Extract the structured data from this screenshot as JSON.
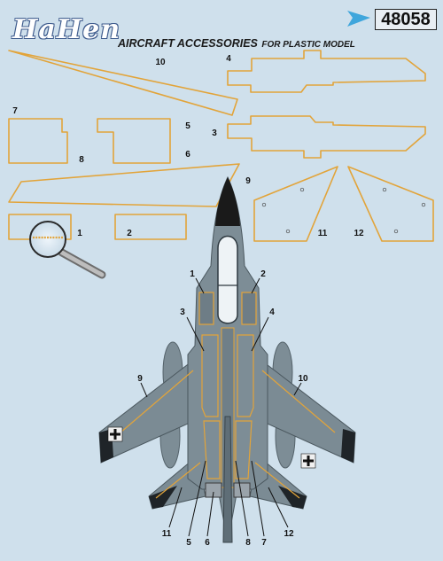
{
  "header": {
    "brand": "HaHen",
    "tagline_main": "AIRCRAFT ACCESSORIES",
    "tagline_sub": "FOR PLASTIC MODEL",
    "product_code": "48058"
  },
  "mask_numbers": [
    "1",
    "2",
    "3",
    "4",
    "5",
    "6",
    "7",
    "8",
    "9",
    "10",
    "11",
    "12"
  ],
  "colors": {
    "background": "#cfe0ec",
    "mask_outline": "#e2a43a",
    "aircraft": "#7d8d96"
  },
  "icons": [
    "magnifier-icon",
    "arrow-icon",
    "iron-cross-icon"
  ]
}
